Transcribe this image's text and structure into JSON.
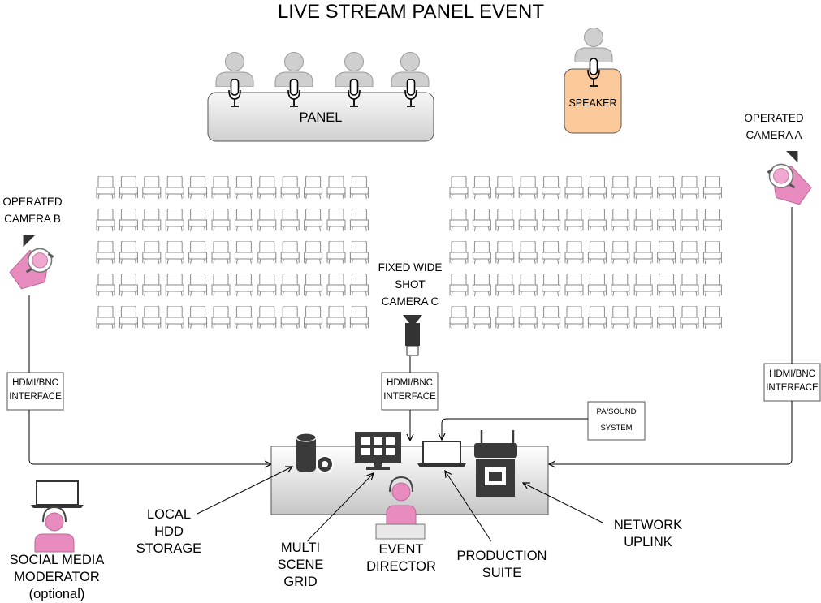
{
  "title": "LIVE STREAM PANEL EVENT",
  "stage": {
    "panel_label": "PANEL",
    "speaker_label": "SPEAKER"
  },
  "cameras": {
    "camera_a": [
      "OPERATED",
      "CAMERA A"
    ],
    "camera_b": [
      "OPERATED",
      "CAMERA B"
    ],
    "camera_c": [
      "FIXED WIDE",
      "SHOT",
      "CAMERA C"
    ]
  },
  "interfaces": {
    "hdmi_label": [
      "HDMI/BNC",
      "INTERFACE"
    ],
    "pa_sound": [
      "PA/SOUND",
      "SYSTEM"
    ]
  },
  "callouts": {
    "local_storage": [
      "LOCAL",
      "HDD",
      "STORAGE"
    ],
    "multi_scene": [
      "MULTI",
      "SCENE",
      "GRID"
    ],
    "event_director": [
      "EVENT",
      "DIRECTOR"
    ],
    "production_suite": [
      "PRODUCTION",
      "SUITE"
    ],
    "network_uplink": [
      "NETWORK",
      "UPLINK"
    ],
    "social_media": [
      "SOCIAL MEDIA",
      "MODERATOR",
      "(optional)"
    ]
  },
  "seating": {
    "left_block": {
      "rows": 5,
      "cols": 12
    },
    "right_block": {
      "rows": 5,
      "cols": 12
    }
  },
  "colors": {
    "accent_pink": "#e88cbf",
    "speaker_podium": "#fbc99a",
    "person_gray": "#cfcfcf",
    "dark_icon": "#3a3a3a"
  }
}
